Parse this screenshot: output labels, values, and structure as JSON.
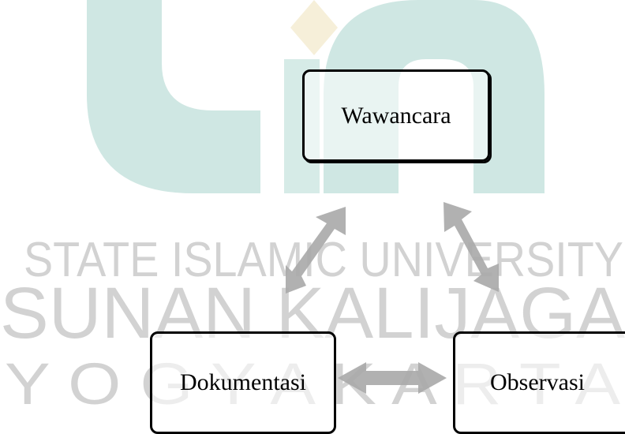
{
  "watermark": {
    "line1": "STATE ISLAMIC UNIVERSITY",
    "line2": "SUNAN KALIJAGA",
    "line3": "Y O G Y A K A R T A"
  },
  "nodes": {
    "top": "Wawancara",
    "left": "Dokumentasi",
    "right": "Observasi"
  },
  "colors": {
    "watermark_teal": "#cfe7e3",
    "watermark_text": "#d2d2d2",
    "watermark_gold": "#f6efd9",
    "arrow_gray": "#a9a9a9",
    "box_border": "#000000"
  }
}
